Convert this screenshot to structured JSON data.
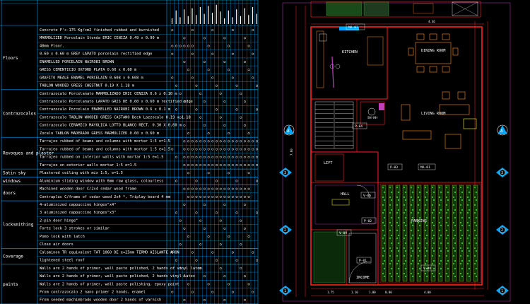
{
  "schedule": {
    "groups": [
      {
        "category": "Floors",
        "rows": [
          "Concrete F'c-175 Kg/cm2 finished rubbed and burnished",
          "MARMOLIZED Porcelain Stonda ERIC CENIZA 0.49 x 0.90 m",
          "40mm Floor.",
          "0.60 x 0.60 m GREY LAPATO porcelain rectified edge",
          "ENAMELLED PORCELAIN NAIROBI BROWN",
          "GRESS CEMENTICIO OXFORD PLATA 0.60 x 0.60 m",
          "GRAFITO MEALE ENAMEL PORCELAIN 0.608 x 0.608 m",
          "TABLON WOODED GRESS CHESTNUT 0.19 X 1.18 m"
        ]
      },
      {
        "category": "Contrazocalos",
        "rows": [
          "Contrazocalo Porcelanato MARMOLIZADO ERIC CENIZA 0.6 x 0.10 m",
          "Contrazocalo Porcelanato LAPATO GRIS DE 0.60 x 0.60 m rectified edge",
          "Contrazocalo Porcelain ENAMELLED NAIROBI BROWN 0.6 x 0.1 m",
          "Contrazocalo TABLON WOODED GRESS CASTANO Beck Lazzocalo 0.19 x 1.18",
          "Contrazocalo CERAMICO MAYOLICA LOTTO BLANCO RECT. 0.30 X 0.60 m",
          "Zocalo TABLON MADERADO GRESS MARMOLIZED 0.60 x 0.60 m"
        ]
      },
      {
        "category": "Revoques and plaster",
        "rows": [
          "Tarrajeo rubbed of beams and columns with mortar 1:5 e=1.5",
          "Tarrajeo rubbed of beams and columns with mortar 1:5 e=1.5",
          "Tarrajeo rubbed on interior walls with mortar 1:5 e=1.5",
          "Tarrajeo on exterior walls mortar 1:5 e=1.5"
        ]
      },
      {
        "category": "Satin sky",
        "rows": [
          "Plastered ceiling with mix 1:5, e=1.5"
        ]
      },
      {
        "category": "windows",
        "rows": [
          "Aluminium sliding window with 6mm raw glass, colourless"
        ]
      },
      {
        "category": "doors",
        "rows": [
          "Machined wooden door C/2x4 cedar wood frame",
          "Contraplac C/frame of cedar wood 2x4 *, Triplay board 4 mm"
        ]
      },
      {
        "category": "locksmithing",
        "rows": [
          "4-aluminized cappuccino hinges\"x4\"",
          "3 aluminized cappuccino hinges\"x3\"",
          "2-pin door hinge\"",
          "Forte lock 3 strokes or similar",
          "Pomo lock with latch",
          "Close air doors"
        ]
      },
      {
        "category": "Coverage",
        "rows": [
          "Calaminon TR equivalent TAT 1060 DE e=25mm TERMO AISLANTE ARON",
          "lightened steel roof"
        ]
      },
      {
        "category": "paints",
        "rows": [
          "Walls are 2 hands of primer, wall paste polished, 2 hands of vinyl latex",
          "Walls are 2 hands of primer, wall paste polished, 2 hands vinyl latex",
          "Walls are 2 hands of primer, wall paste polishing, epoxy paint",
          "From contrazocalo 2 nano primer 2 hands, enamel",
          "From seeded machimbrado wooden door 2 hands of varnish"
        ]
      }
    ]
  },
  "plan": {
    "dimensions": {
      "top": "4.36",
      "left": "7.60",
      "bottom": [
        "1.75",
        "1.10",
        "1.00",
        "0.80",
        "4.00"
      ]
    },
    "rooms": [
      {
        "id": "kitchen",
        "label": "KITCHEN"
      },
      {
        "id": "dining",
        "label": "DINING ROOM"
      },
      {
        "id": "living",
        "label": "LIVING ROOM"
      },
      {
        "id": "lift",
        "label": "LIFT"
      },
      {
        "id": "hall",
        "label": "HALL"
      },
      {
        "id": "parking",
        "label": "PARKING"
      },
      {
        "id": "income",
        "label": "INCOME"
      }
    ],
    "tags": [
      "MA-02",
      "MA-01",
      "P-04",
      "P-03",
      "P-02",
      "P-01",
      "V-06",
      "V-08",
      "V-09",
      "SH-HH"
    ],
    "axes": {
      "letters": [
        "A",
        "A"
      ],
      "numbers": [
        "1",
        "2",
        "3"
      ]
    }
  },
  "colors": {
    "background": "#000000",
    "grid": "#00a8ff",
    "wall": "#ff2020",
    "text": "#ffffff",
    "planting": "#40c040",
    "furniture": "#ff9020",
    "accent": "#ffff00"
  }
}
